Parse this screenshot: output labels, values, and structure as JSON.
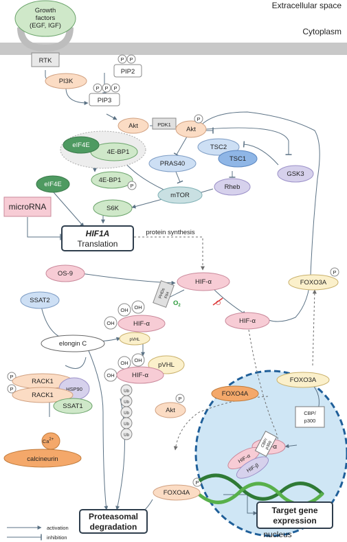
{
  "regions": {
    "extracellular": "Extracellular space",
    "cytoplasm": "Cytoplasm",
    "nucleus": "nucleus"
  },
  "nodes": {
    "growth_factors": [
      "Growth",
      "factors",
      "(EGF, IGF)"
    ],
    "rtk": "RTK",
    "pi3k": "PI3K",
    "pip2": "PIP2",
    "pip3": "PIP3",
    "akt": "Akt",
    "pdk1": "PDK1",
    "eif4e": "eIF4E",
    "ebp1": "4E-BP1",
    "tsc2": "TSC2",
    "tsc1": "TSC1",
    "pras40": "PRAS40",
    "gsk3": "GSK3",
    "rheb": "Rheb",
    "mtor": "mTOR",
    "s6k": "S6K",
    "microrna": "microRNA",
    "hif1a_gene": "HIF1A",
    "translation": "Translation",
    "protein_synthesis": "protein synthesis",
    "os9": "OS-9",
    "hif_alpha": "HIF-α",
    "hif_beta": "HIF-β",
    "phds": "PHDs",
    "fih": "FIH",
    "o2": "O",
    "o2_sub": "2",
    "ssat2": "SSAT2",
    "oh": "OH",
    "elongin_c": "elongin C",
    "pvhl": "pVHL",
    "ub": "Ub",
    "rack1": "RACK1",
    "hsp90": "HSP90",
    "ssat1": "SSAT1",
    "ca": "Ca",
    "ca_charge": "2+",
    "calcineurin": "calcineurin",
    "foxo3a": "FOXO3A",
    "foxo4a": "FOXO4A",
    "cbp_p300": [
      "CBP/",
      "p300"
    ],
    "cbp_p300_rot": [
      "CBP/",
      "p300"
    ],
    "target_gene": [
      "Target gene",
      "expression"
    ],
    "proteasomal": [
      "Proteasomal",
      "degradation"
    ],
    "phospho": "P"
  },
  "legend": {
    "activation": "activation",
    "inhibition": "inhibition"
  },
  "colors": {
    "green_fill": "#cfe8c9",
    "green_stroke": "#6aa36a",
    "dark_green": "#4e9a61",
    "pink_fill": "#f7ccd5",
    "pink_stroke": "#c9889a",
    "peach_fill": "#fbdcc4",
    "blue_fill": "#cddff4",
    "blue_mid": "#8fb6e6",
    "lavender": "#d6d1ec",
    "teal": "#c9e0e2",
    "yellow": "#fbf0cb",
    "orange": "#f4a86a",
    "nucleus_fill": "#cfe6f5",
    "nucleus_stroke": "#1f5f99",
    "membrane": "#c8c8c8"
  }
}
